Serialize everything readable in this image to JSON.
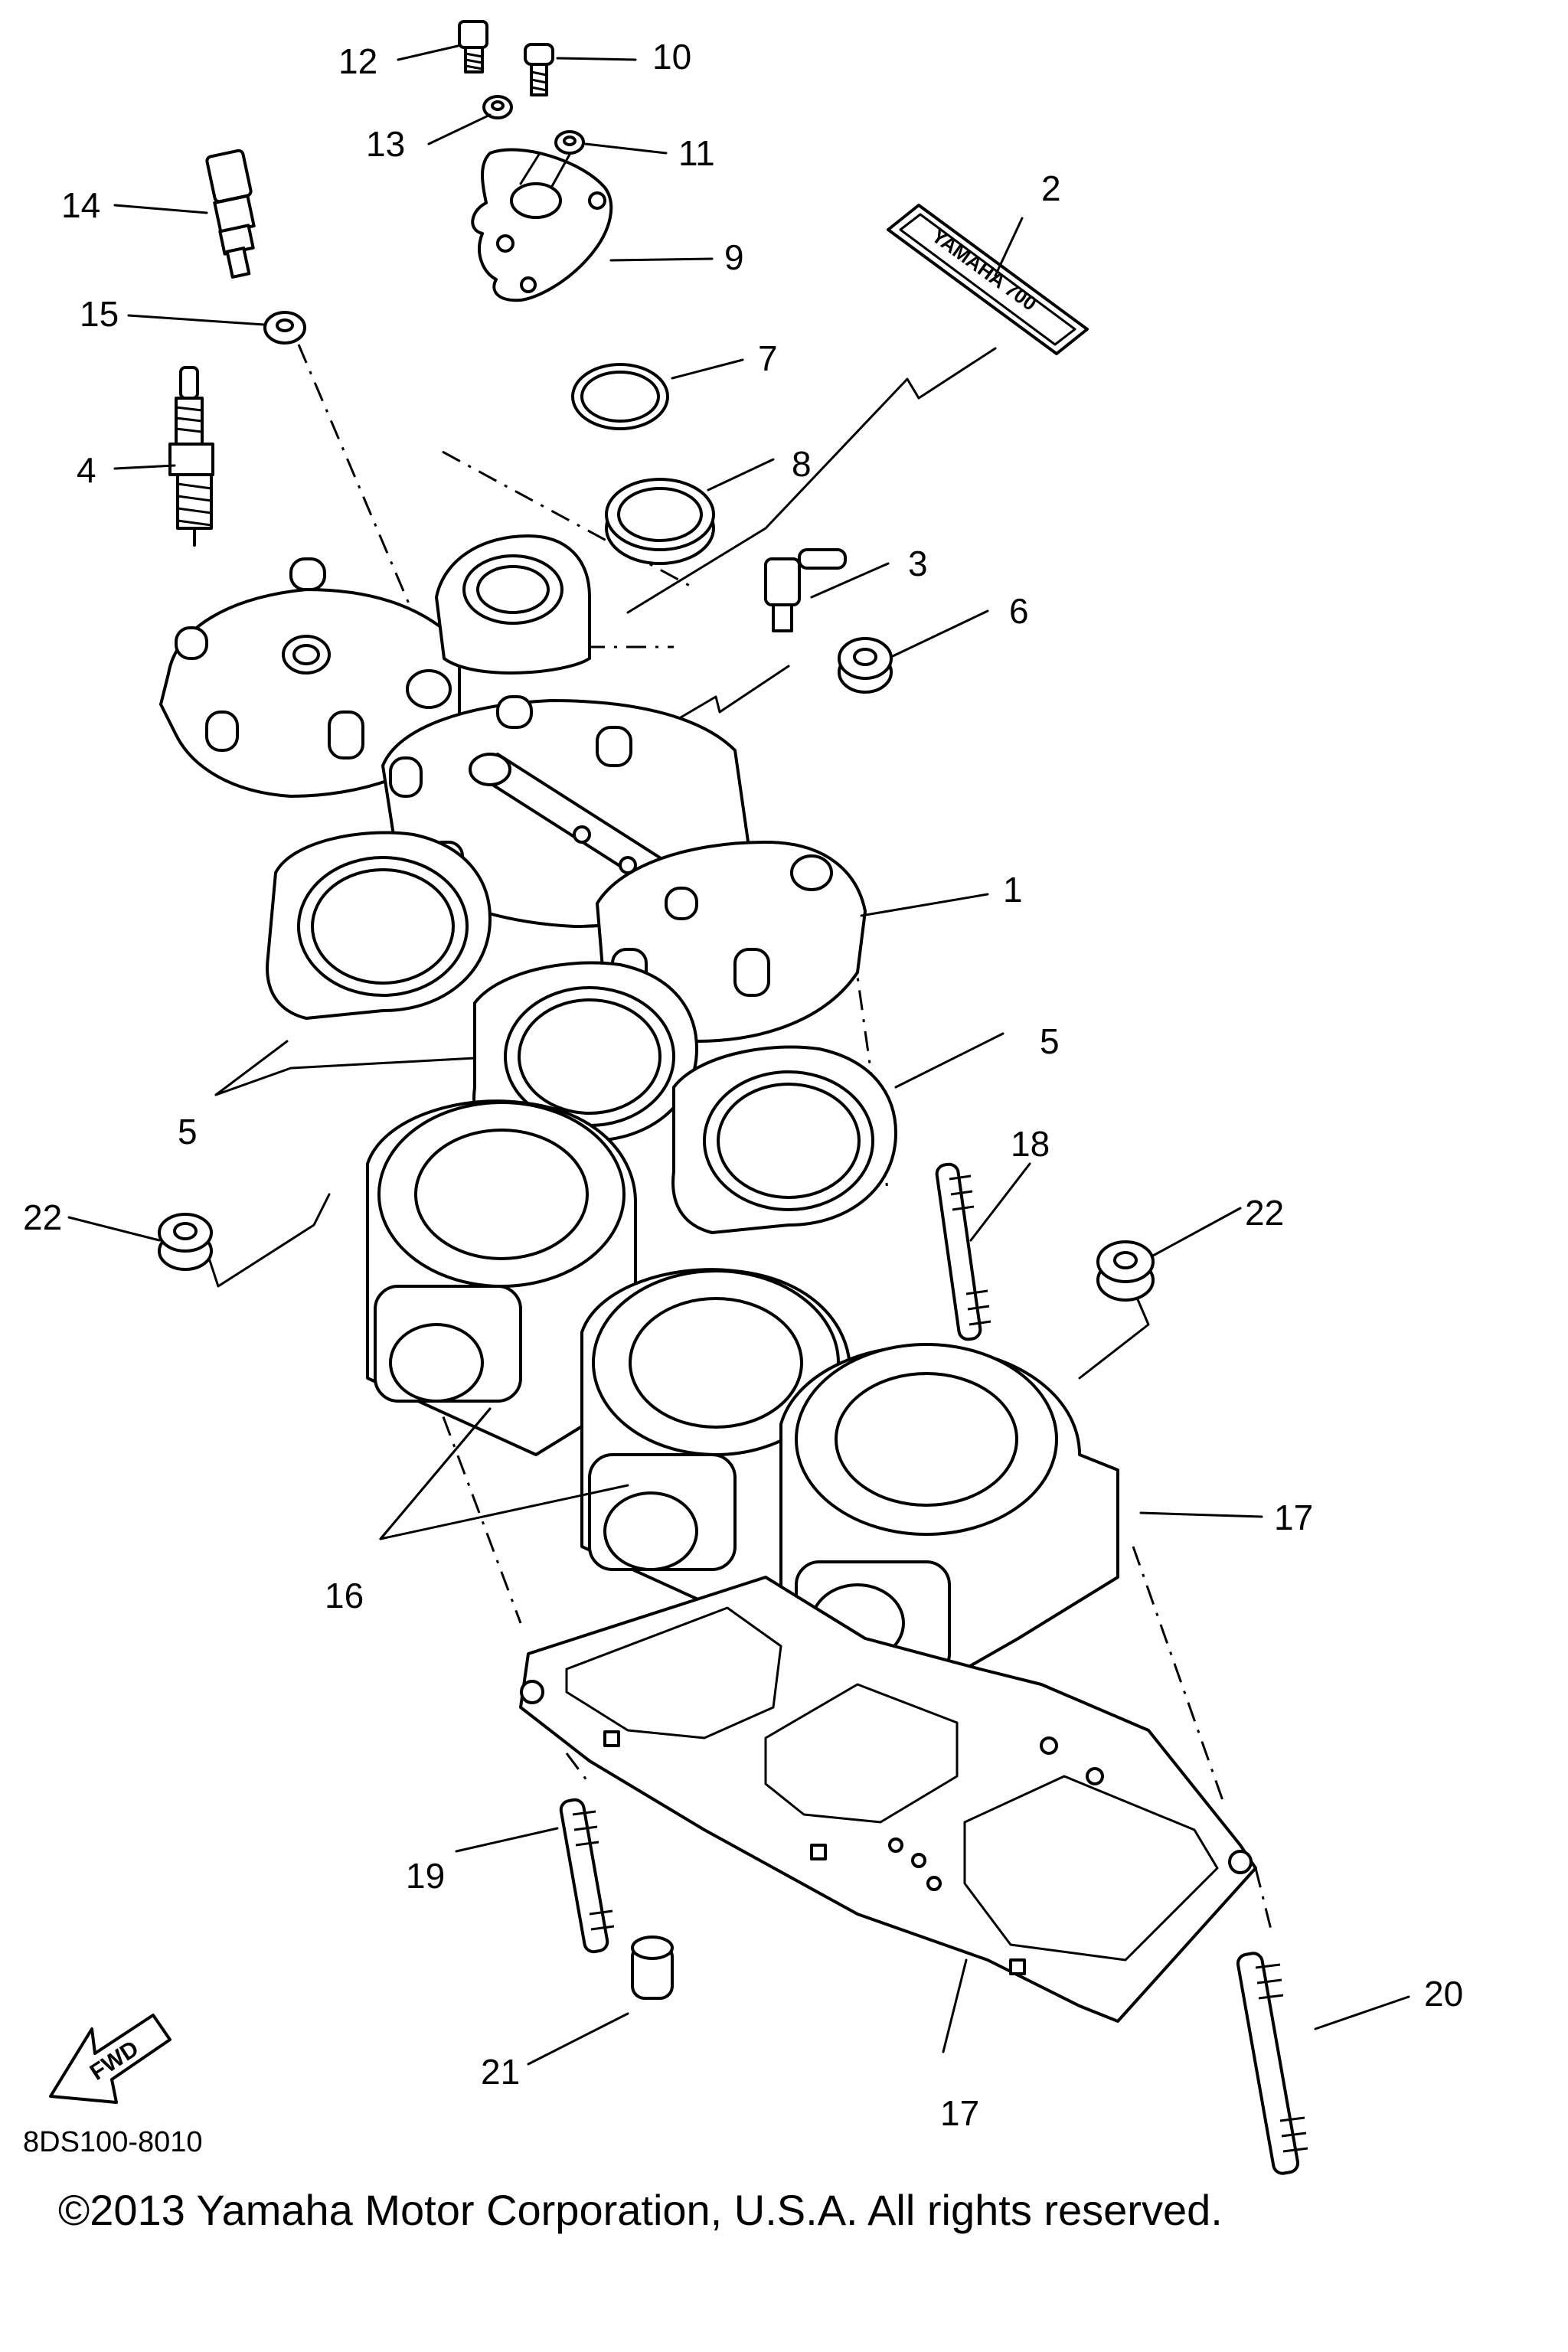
{
  "callouts": {
    "c1": "1",
    "c2": "2",
    "c3": "3",
    "c4": "4",
    "c5a": "5",
    "c5b": "5",
    "c6": "6",
    "c7": "7",
    "c8": "8",
    "c9": "9",
    "c10": "10",
    "c11": "11",
    "c12": "12",
    "c13": "13",
    "c14": "14",
    "c15": "15",
    "c16": "16",
    "c17a": "17",
    "c17b": "17",
    "c18": "18",
    "c19": "19",
    "c20": "20",
    "c21": "21",
    "c22a": "22",
    "c22b": "22"
  },
  "decal_text": "YAMAHA 700",
  "fwd_label": "FWD",
  "diagram_code": "8DS100-8010",
  "copyright": "©2013 Yamaha Motor Corporation, U.S.A. All rights reserved."
}
